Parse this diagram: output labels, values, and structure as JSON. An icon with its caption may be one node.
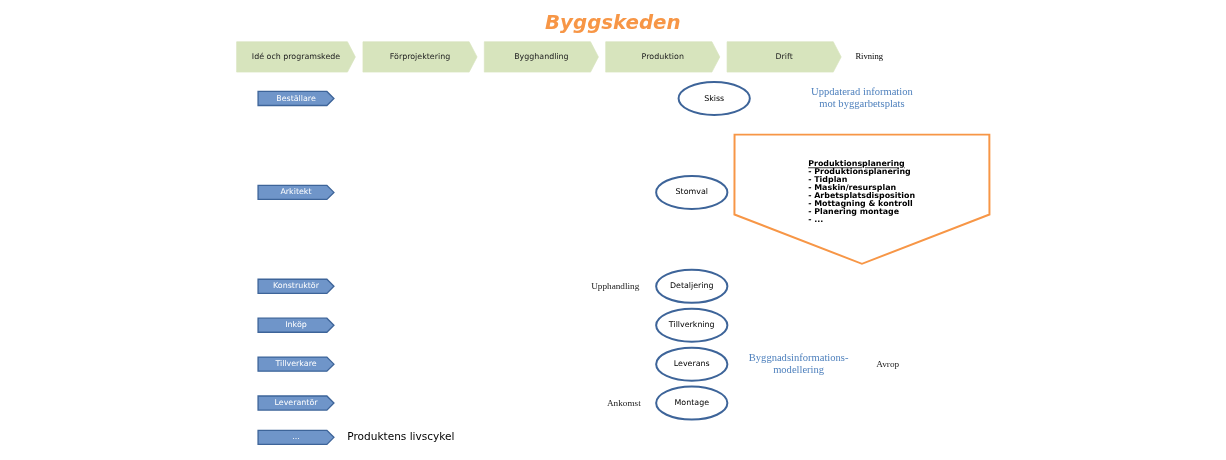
{
  "diagram": {
    "title": "Byggskeden",
    "nodes": [
      {
        "text": [
          "Idé och programskede"
        ]
      },
      {
        "text": [
          "Förprojektering"
        ]
      },
      {
        "text": [
          "Bygghandling"
        ]
      },
      {
        "text": [
          "Produktion"
        ]
      },
      {
        "text": [
          "Drift"
        ]
      },
      {
        "text": [
          "Beställare"
        ]
      },
      {
        "text": [
          "Arkitekt"
        ]
      },
      {
        "text": [
          "Konstruktör"
        ]
      },
      {
        "text": [
          "Inköp"
        ]
      },
      {
        "text": [
          "Tillverkare"
        ]
      },
      {
        "text": [
          "Leverantör"
        ]
      },
      {
        "text": [
          "..."
        ]
      },
      {
        "text": [
          "Skiss"
        ]
      },
      {
        "text": [
          "Stomval"
        ]
      },
      {
        "text": [
          "Detaljering"
        ]
      },
      {
        "text": [
          "Tillverkning"
        ]
      },
      {
        "text": [
          "Leverans"
        ]
      },
      {
        "text": [
          "Montage"
        ]
      },
      {
        "text": [
          "Produktionsplanering",
          "- Produktionsplanering",
          "- Tidplan",
          "- Maskin/resursplan",
          "- Arbetsplatsdisposition",
          "- Mottagning & kontroll",
          "- Planering montage",
          "- ..."
        ]
      }
    ],
    "labels": [
      "Rivning",
      "Uppdaterad information mot byggarbetsplats",
      "Upphandling",
      "Byggnadsinformations- modellering",
      "Avrop",
      "Ankomst",
      "Produktens livscykel"
    ]
  }
}
